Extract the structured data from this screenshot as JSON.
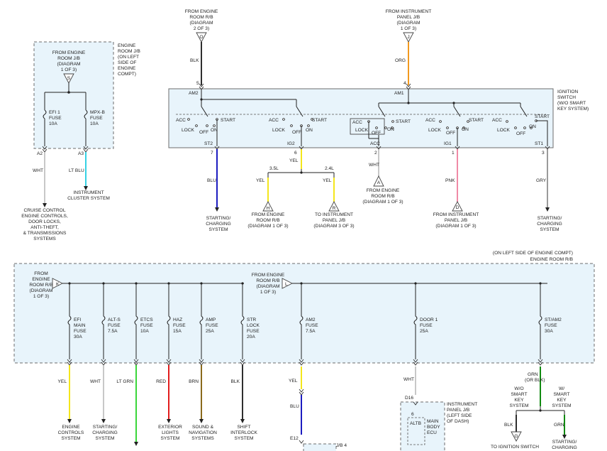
{
  "colors": {
    "blk": "#2e2e2e",
    "org": "#f29a1f",
    "wht": "#c8c8c8",
    "blu": "#1c1cc0",
    "yel": "#f4e61c",
    "pnk": "#f08aa6",
    "gry": "#9a9a9a",
    "ltblu": "#36d2e4",
    "ltgrn": "#3ad63a",
    "red": "#e21d1d",
    "brn": "#8a6a1c",
    "grn": "#118a11",
    "panel": "#e8f4fb"
  },
  "top": {
    "src_er2": [
      "FROM ENGINE",
      "ROOM R/B",
      "(DIAGRAM",
      "2 OF 3)"
    ],
    "src_er2_conn": "O",
    "src_ip1": [
      "FROM INSTRUMENT",
      "PANEL J/B",
      "(DIAGRAM",
      "1 OF 3)"
    ],
    "src_ip1_conn": "J",
    "blk": "BLK",
    "pin5": "5",
    "org": "ORG",
    "pin4": "4",
    "am2": "AM2",
    "am1": "AM1",
    "ign_title": [
      "IGNITION",
      "SWITCH",
      "(W/O SMART",
      "KEY SYSTEM)"
    ],
    "acc": "ACC",
    "lock": "LOCK",
    "off": "OFF",
    "on": "ON",
    "start": "START",
    "st2": "ST2",
    "ig2": "IG2",
    "acc_t": "ACC",
    "ig1": "IG1",
    "st1": "ST1",
    "p7": "7",
    "p6": "6",
    "p2": "2",
    "p1": "1",
    "p3": "3",
    "blu": "BLU",
    "yel": "YEL",
    "wht": "WHT",
    "pnk": "PNK",
    "gry": "GRY",
    "l35": "3.5L",
    "l24": "2.4L",
    "yel_l": "YEL",
    "yel_r": "YEL",
    "st_chg1": [
      "STARTING/",
      "CHARGING",
      "SYSTEM"
    ],
    "to_er": [
      "FROM ENGINE",
      "ROOM R/B",
      "(DIAGRAM 1 OF 3)"
    ],
    "to_er_conn": "H",
    "to_ip3": [
      "TO INSTRUMENT",
      "PANEL J/B",
      "(DIAGRAM 3 OF 3)"
    ],
    "to_ip3_conn": "R",
    "from_er_a": [
      "FROM ENGINE",
      "ROOM R/B",
      "(DIAGRAM 1 OF 3)"
    ],
    "from_er_a_conn": "A",
    "from_ip_d": [
      "FROM INSTRUMENT",
      "PANEL J/B",
      "(DIAGRAM 1 OF 3)"
    ],
    "from_ip_d_conn": "D",
    "st_chg2": [
      "STARTING/",
      "CHARGING",
      "SYSTEM"
    ]
  },
  "erjb": {
    "title": [
      "ENGINE",
      "ROOM J/B",
      "(ON LEFT",
      "SIDE OF",
      "ENGINE",
      "COMPT)"
    ],
    "from": [
      "FROM ENGINE",
      "ROOM J/B",
      "(DIAGRAM",
      "1 OF 3)"
    ],
    "conn": "S",
    "fuse1": [
      "EFI 1",
      "FUSE",
      "10A"
    ],
    "fuse2": [
      "MPX-B",
      "FUSE",
      "10A"
    ],
    "a2": "A2",
    "a3": "A3",
    "wht": "WHT",
    "ltblu": "LT BLU",
    "inst": [
      "INSTRUMENT",
      "CLUSTER SYSTEM"
    ],
    "cruise": [
      "CRUISE CONTROL",
      "ENGINE CONTROLS,",
      "DOOR LOCKS,",
      "ANTI-THEFT,",
      "& TRANSMISSIONS",
      "SYSTEMS"
    ]
  },
  "bottom": {
    "loc": "(ON LEFT SIDE OF ENGINE COMPT)",
    "title": "ENGINE ROOM R/B",
    "from_k": [
      "FROM",
      "ENGINE",
      "ROOM R/B",
      "(DIAGRAM",
      "1 OF 3)"
    ],
    "k": "K",
    "from_l": [
      "FROM ENGINE",
      "ROOM R/B",
      "(DIAGRAM",
      "1 OF 3)"
    ],
    "l": "L",
    "fuses": [
      {
        "label": [
          "EFI",
          "MAIN",
          "FUSE",
          "30A"
        ],
        "wire": "YEL",
        "dest": [
          "ENGINE",
          "CONTROLS",
          "SYSTEM"
        ]
      },
      {
        "label": [
          "ALT-S",
          "FUSE",
          "7.5A"
        ],
        "wire": "WHT",
        "dest": [
          "STARTING/",
          "CHARGING",
          "SYSTEM"
        ]
      },
      {
        "label": [
          "ETCS",
          "FUSE",
          "10A"
        ],
        "wire": "LT GRN",
        "dest": []
      },
      {
        "label": [
          "HAZ",
          "FUSE",
          "15A"
        ],
        "wire": "RED",
        "dest": [
          "EXTERIOR",
          "LIGHTS",
          "SYSTEM"
        ]
      },
      {
        "label": [
          "AMP",
          "FUSE",
          "25A"
        ],
        "wire": "BRN",
        "dest": [
          "SOUND &",
          "NAVIGATION",
          "SYSTEMS"
        ]
      },
      {
        "label": [
          "STR",
          "LOCK",
          "FUSE",
          "20A"
        ],
        "wire": "BLK",
        "dest": [
          "SHIFT",
          "INTERLOCK",
          "SYSTEM"
        ]
      },
      {
        "label": [
          "AM2",
          "FUSE",
          "7.5A"
        ],
        "wire": "YEL",
        "dest": []
      },
      {
        "label": [
          "DOOR 1",
          "FUSE",
          "25A"
        ],
        "wire": "WHT",
        "dest": []
      },
      {
        "label": [
          "ST/AM2",
          "FUSE",
          "30A"
        ],
        "wire": "GRN",
        "dest": []
      }
    ],
    "blu": "BLU",
    "e12": "E12",
    "jb4": "J/B 4",
    "d16": "D16",
    "ipjb": [
      "INSTRUMENT",
      "PANEL J/B",
      "(LEFT SIDE",
      "OF DASH)"
    ],
    "alt_pin": "6",
    "altb": "ALTB",
    "main_ecu": [
      "MAIN",
      "BODY",
      "ECU"
    ],
    "grn_or": [
      "GRN",
      "(OR BLK)"
    ],
    "wo_smart": [
      "W/O",
      "SMART",
      "KEY",
      "SYSTEM"
    ],
    "w_smart": [
      "W/",
      "SMART",
      "KEY",
      "SYSTEM"
    ],
    "blk": "BLK",
    "grn": "GRN",
    "conn_g": "G",
    "to_ign": "TO IGNITION SWITCH",
    "st_chg3": "STARTING/",
    "st_chg3b": "CHARGING"
  }
}
